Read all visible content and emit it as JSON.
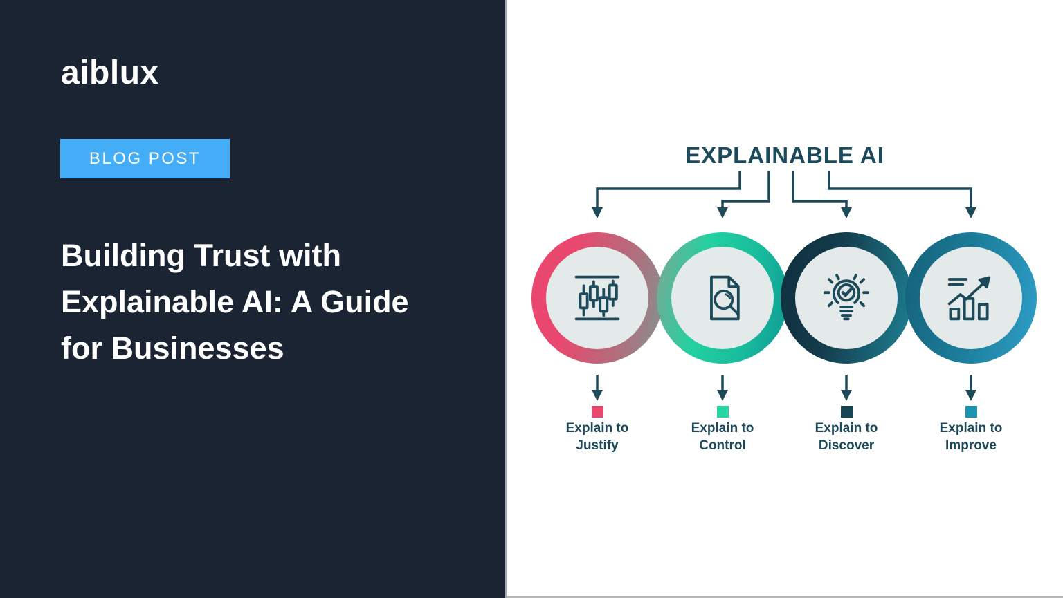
{
  "brand": {
    "logo": "aiblux"
  },
  "badge": {
    "label": "BLOG POST",
    "background": "#43aef7"
  },
  "title": {
    "lines": [
      "Building Trust with",
      "Explainable AI: A Guide",
      "for Businesses"
    ]
  },
  "diagram": {
    "title": "EXPLAINABLE AI",
    "line_color": "#1d4a5a",
    "inner_circle_color": "#e4e9e9",
    "items": [
      {
        "label_line1": "Explain to",
        "label_line2": "Justify",
        "icon": "candlestick-chart-icon",
        "accent": "#ea476e",
        "ring_gradient": [
          "#ea476e",
          "#80958f"
        ]
      },
      {
        "label_line1": "Explain to",
        "label_line2": "Control",
        "icon": "document-search-icon",
        "accent": "#25d6a2",
        "ring_gradient": [
          "#7fa694",
          "#23d1a0",
          "#0f9894"
        ]
      },
      {
        "label_line1": "Explain to",
        "label_line2": "Discover",
        "icon": "lightbulb-check-icon",
        "accent": "#164653",
        "ring_gradient": [
          "#0f2e3d",
          "#1d8396"
        ]
      },
      {
        "label_line1": "Explain to",
        "label_line2": "Improve",
        "icon": "growth-chart-icon",
        "accent": "#1b93b1",
        "ring_gradient": [
          "#16607a",
          "#2f9fc9"
        ]
      }
    ]
  },
  "colors": {
    "left_panel_bg": "#1a2433",
    "right_panel_bg": "#ffffff",
    "text_light": "#ffffff"
  }
}
